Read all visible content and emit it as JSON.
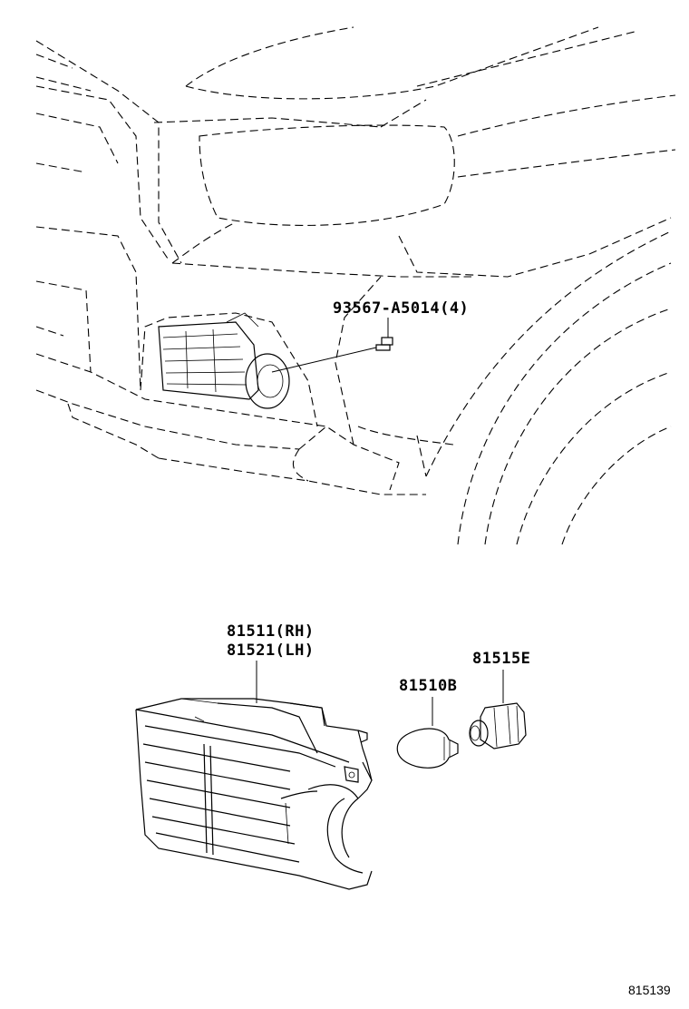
{
  "labels": {
    "screw": "93567-A5014(4)",
    "lamp_rh": "81511(RH)",
    "lamp_lh": "81521(LH)",
    "bulb": "81510B",
    "socket": "81515E"
  },
  "figure_number": "815139"
}
